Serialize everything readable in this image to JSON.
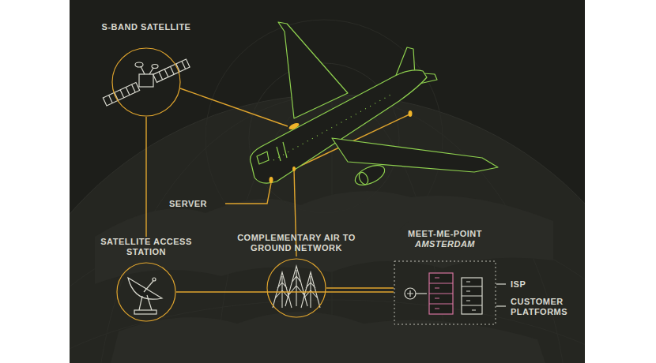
{
  "diagram": {
    "nodes": [
      {
        "text": [
          "S-BAND SATELLITE"
        ]
      },
      {
        "text": [
          "SATELLITE ACCESS STATION"
        ]
      },
      {
        "text": [
          "COMPLEMENTARY AIR TO GROUND NETWORK"
        ]
      },
      {
        "text": [
          "MEET-ME-POINT",
          "AMSTERDAM"
        ]
      }
    ],
    "edges": [
      {
        "from": 0,
        "to": 1,
        "arrow": "none"
      },
      {
        "from": 1,
        "to": 3,
        "arrow": "none"
      },
      {
        "from": 2,
        "to": 3,
        "arrow": "none"
      }
    ],
    "labels": [
      "SERVER",
      "ISP",
      "CUSTOMER PLATFORMS"
    ]
  }
}
